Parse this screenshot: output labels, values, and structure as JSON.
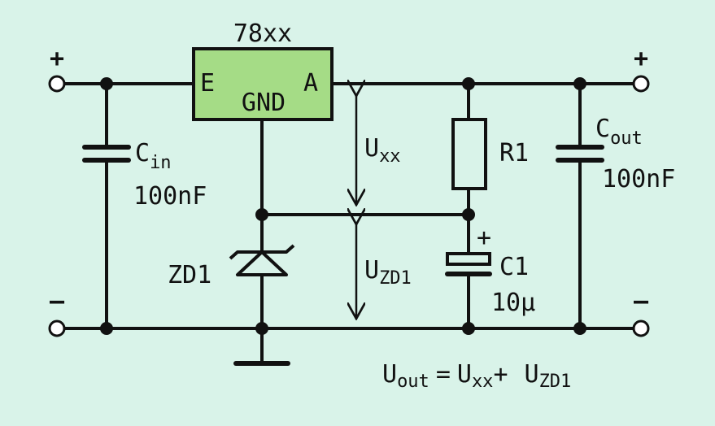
{
  "regulator": {
    "name": "78xx",
    "pin_in": "E",
    "pin_gnd": "GND",
    "pin_out": "A",
    "color": "#a5dc86"
  },
  "cin": {
    "letter": "C",
    "sub": "in",
    "value": "100nF"
  },
  "cout": {
    "letter": "C",
    "sub": "out",
    "value": "100nF"
  },
  "r1": {
    "label": "R1"
  },
  "c1": {
    "label": "C1",
    "value": "10µ",
    "polarity": "+"
  },
  "zd1": {
    "label": "ZD1"
  },
  "uxx": {
    "letter": "U",
    "sub": "xx"
  },
  "uzd1": {
    "letter": "U",
    "sub": "ZD1"
  },
  "terminals": {
    "in_plus": "+",
    "in_minus": "–",
    "out_plus": "+",
    "out_minus": "–"
  },
  "formula": {
    "u1": "U",
    "s1": "out",
    "eq": "=",
    "u2": "U",
    "s2": "xx",
    "plus": "+",
    "u3": "U",
    "s3": "ZD1"
  },
  "colors": {
    "background": "#d9f3e9",
    "line": "#111111",
    "regulator_fill": "#a5dc86"
  }
}
